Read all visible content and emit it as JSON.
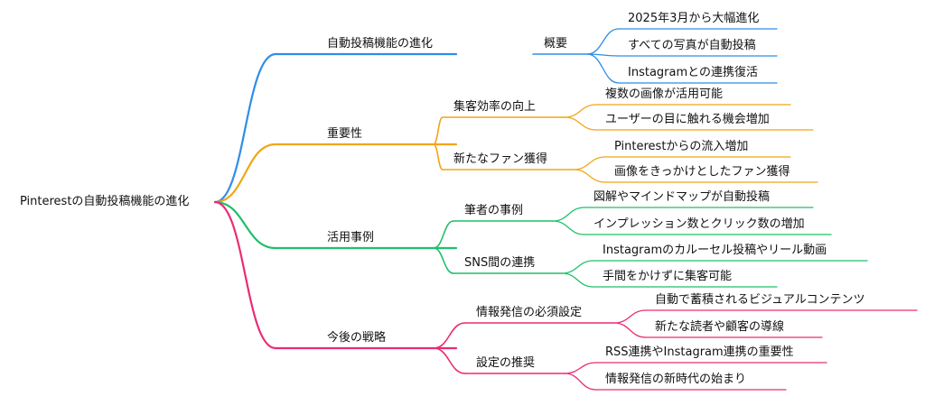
{
  "root": {
    "label": "Pinterestの自動投稿機能の進化"
  },
  "branches": [
    {
      "label": "自動投稿機能の進化",
      "color": "#2f8ee5",
      "children": [
        {
          "label": "概要",
          "children": [
            "2025年3月から大幅進化",
            "すべての写真が自動投稿",
            "Instagramとの連携復活"
          ]
        }
      ]
    },
    {
      "label": "重要性",
      "color": "#f2a516",
      "children": [
        {
          "label": "集客効率の向上",
          "children": [
            "複数の画像が活用可能",
            "ユーザーの目に触れる機会増加"
          ]
        },
        {
          "label": "新たなファン獲得",
          "children": [
            "Pinterestからの流入増加",
            "画像をきっかけとしたファン獲得"
          ]
        }
      ]
    },
    {
      "label": "活用事例",
      "color": "#1fbf6a",
      "children": [
        {
          "label": "筆者の事例",
          "children": [
            "図解やマインドマップが自動投稿",
            "インプレッション数とクリック数の増加"
          ]
        },
        {
          "label": "SNS間の連携",
          "children": [
            "Instagramのカルーセル投稿やリール動画",
            "手間をかけずに集客可能"
          ]
        }
      ]
    },
    {
      "label": "今後の戦略",
      "color": "#ea2c74",
      "children": [
        {
          "label": "情報発信の必須設定",
          "children": [
            "自動で蓄積されるビジュアルコンテンツ",
            "新たな読者や顧客の導線"
          ]
        },
        {
          "label": "設定の推奨",
          "children": [
            "RSS連携やInstagram連携の重要性",
            "情報発信の新時代の始まり"
          ]
        }
      ]
    }
  ]
}
